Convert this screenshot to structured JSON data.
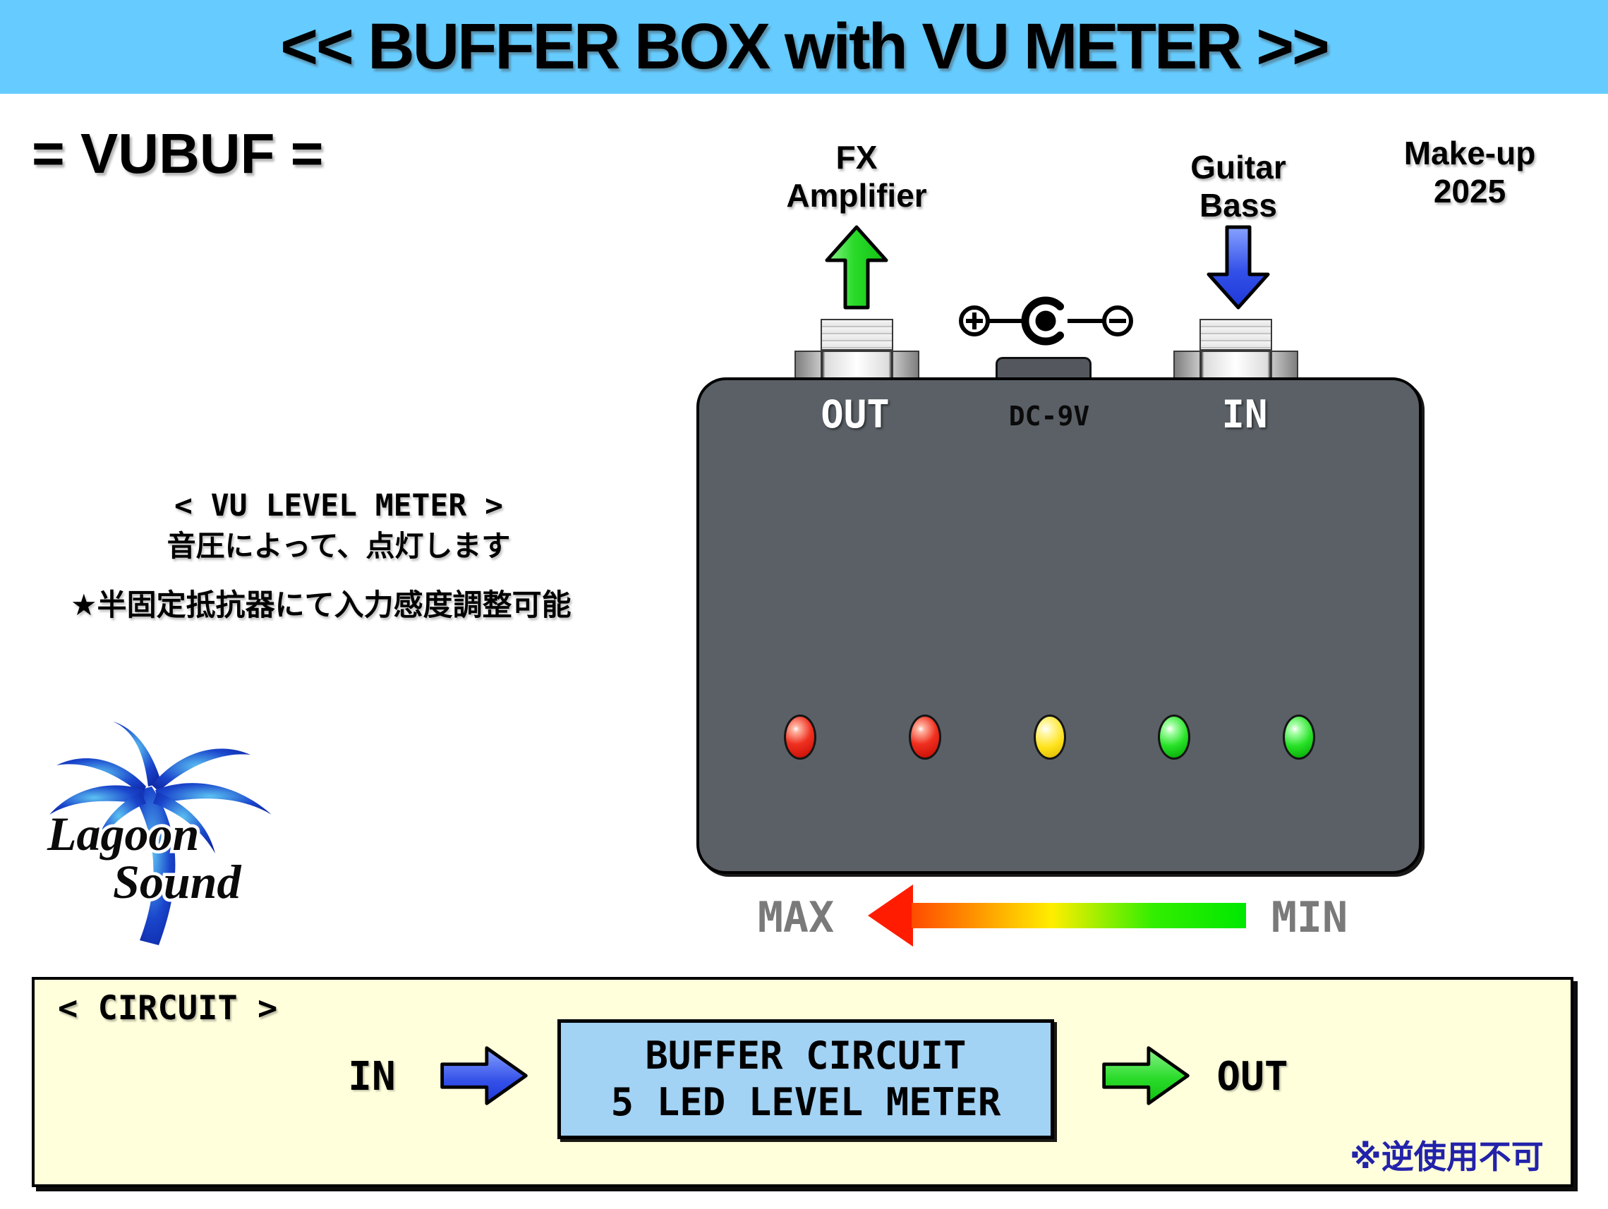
{
  "banner": {
    "title": "<< BUFFER BOX with VU METER >>"
  },
  "model_label": "= VUBUF =",
  "annotations": {
    "fx": {
      "line1": "FX",
      "line2": "Amplifier"
    },
    "source": {
      "line1": "Guitar",
      "line2": "Bass"
    },
    "makeup": {
      "line1": "Make-up",
      "line2": "2025"
    }
  },
  "device": {
    "out_label": "OUT",
    "power_label": "DC-9V",
    "in_label": "IN",
    "leds": [
      {
        "color": "red"
      },
      {
        "color": "red"
      },
      {
        "color": "yellow"
      },
      {
        "color": "green"
      },
      {
        "color": "green"
      }
    ]
  },
  "meter_scale": {
    "max_label": "MAX",
    "min_label": "MIN"
  },
  "vu_note": {
    "heading": "< VU LEVEL METER >",
    "description": "音圧によって、点灯します",
    "adjust_note": "★半固定抵抗器にて入力感度調整可能"
  },
  "logo": {
    "line1": "Lagoon",
    "line2": "Sound"
  },
  "circuit": {
    "heading": "< CIRCUIT >",
    "in_label": "IN",
    "block": {
      "line1": "BUFFER CIRCUIT",
      "line2": "5 LED LEVEL METER"
    },
    "out_label": "OUT",
    "warning": "※逆使用不可"
  },
  "colors": {
    "banner_bg": "#66CCFF",
    "device_body": "#5A6066",
    "panel_bg": "#FFFFDB",
    "block_bg": "#A2D2F4",
    "warning_text": "#2222AA",
    "led_red": "#EE2211",
    "led_yellow": "#FFE21A",
    "led_green": "#22DD22",
    "arrow_up_green": "#2ADB2A",
    "arrow_down_blue": "#3350E8",
    "scale_gradient": [
      "#FF2000",
      "#FFEE00",
      "#00E800"
    ],
    "scale_text": "#7A7A7A"
  }
}
